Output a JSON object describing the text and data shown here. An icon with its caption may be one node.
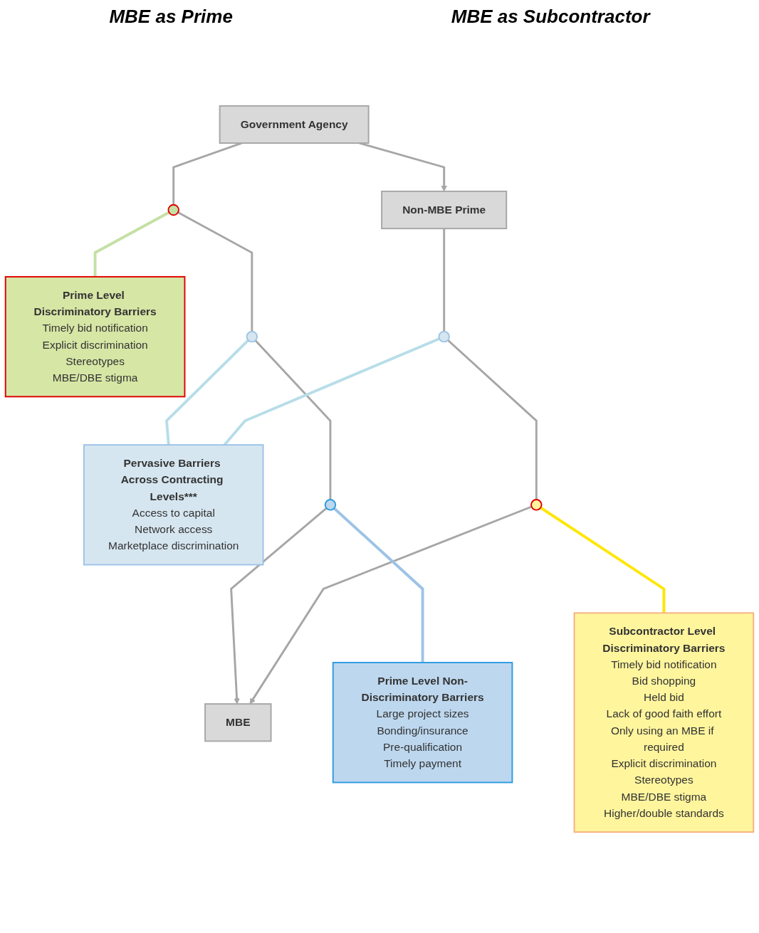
{
  "diagram": {
    "nodes": [
      {
        "text": [
          "Government Agency"
        ]
      },
      {
        "text": [],
        "shape": "circle"
      },
      {
        "text": [],
        "shape": "circle"
      },
      {
        "text": [
          "Pervasive Barriers Across Contracting Levels***",
          "Access to capital",
          "Network access",
          "Marketplace discrimination"
        ]
      },
      {
        "text": [
          "Non-MBE Prime"
        ]
      },
      {
        "text": [],
        "shape": "circle"
      },
      {
        "text": [],
        "shape": "circle"
      },
      {
        "text": [
          "MBE"
        ]
      },
      {
        "text": [],
        "shape": "circle"
      },
      {
        "text": [
          "Prime Level Non-Discriminatory Barriers",
          "Large project sizes",
          "Bonding/insurance",
          "Pre-qualification",
          "Timely payment"
        ]
      },
      {
        "text": [
          "Subcontractor Level Discriminatory Barriers",
          "Timely bid notification",
          "Bid shopping",
          "Held bid",
          "Lack of good faith effort",
          "Only using an MBE if required",
          "Explicit discrimination",
          "Stereotypes",
          "MBE/DBE stigma",
          "Higher/double standards"
        ]
      },
      {
        "text": [
          "Prime Level Discriminatory Barriers",
          "Timely bid notification",
          "Explicit discrimination",
          "Stereotypes",
          "MBE/DBE stigma"
        ]
      }
    ],
    "edges": [
      {
        "from": 0,
        "to": 1,
        "arrow": "none"
      },
      {
        "from": 1,
        "to": 2,
        "arrow": "none"
      },
      {
        "from": 2,
        "to": 5,
        "arrow": "none"
      },
      {
        "from": 5,
        "to": 7,
        "arrow": "to"
      },
      {
        "from": 0,
        "to": 4,
        "arrow": "to"
      },
      {
        "from": 4,
        "to": 6,
        "arrow": "none"
      },
      {
        "from": 6,
        "to": 8,
        "arrow": "none"
      },
      {
        "from": 8,
        "to": 7,
        "arrow": "to"
      },
      {
        "from": 2,
        "to": 3,
        "arrow": "none",
        "color": "#b7dde8"
      },
      {
        "from": 6,
        "to": 3,
        "arrow": "none",
        "color": "#b7dde8"
      },
      {
        "from": 1,
        "to": 11,
        "arrow": "none",
        "color": "#c5e0a5"
      },
      {
        "from": 5,
        "to": 9,
        "arrow": "none",
        "color": "#9dc3e6"
      },
      {
        "from": 8,
        "to": 10,
        "arrow": "none",
        "color": "#ffe600"
      }
    ],
    "labels": [
      "MBE as Prime",
      "MBE as Subcontractor"
    ]
  }
}
